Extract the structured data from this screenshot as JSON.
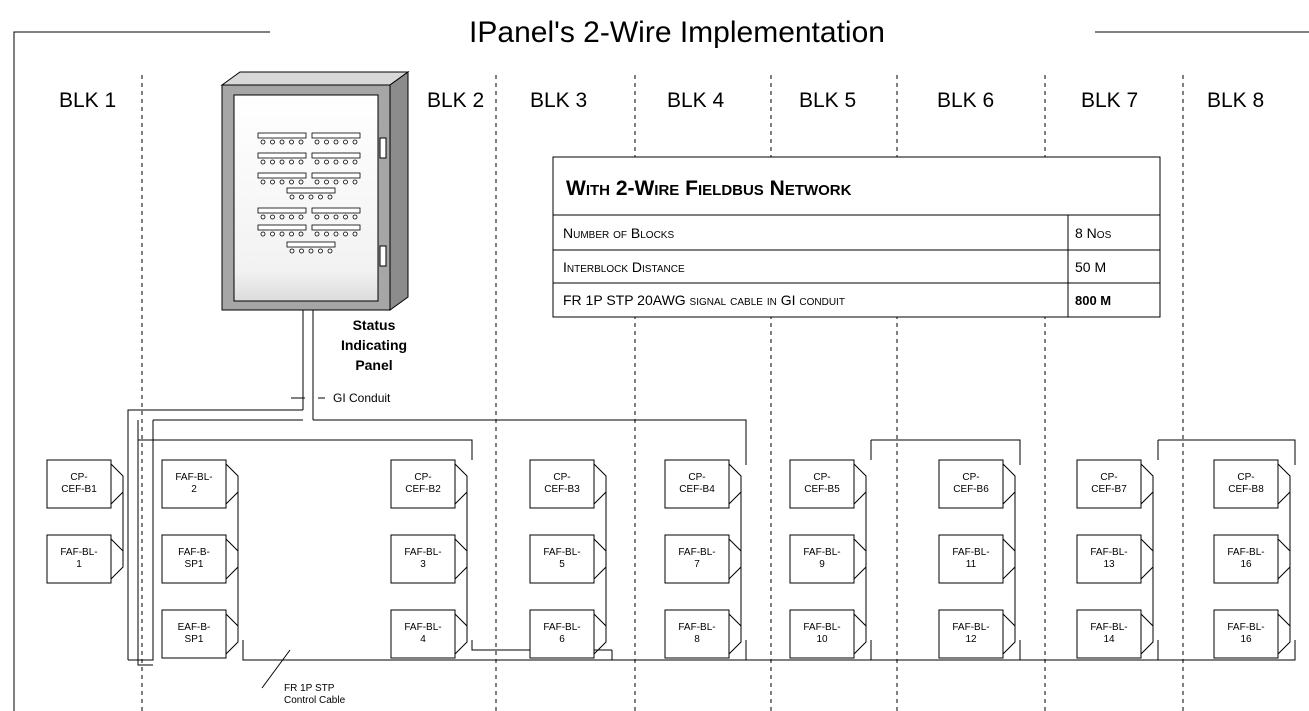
{
  "title": "IPanel's 2-Wire Implementation",
  "blocks": [
    "BLK 1",
    "BLK 2",
    "BLK 3",
    "BLK 4",
    "BLK 5",
    "BLK 6",
    "BLK 7",
    "BLK 8"
  ],
  "panel": {
    "name": [
      "Status",
      "Indicating",
      "Panel"
    ]
  },
  "labels": {
    "conduit": "GI Conduit",
    "control_cable": [
      "FR 1P STP",
      "Control Cable"
    ]
  },
  "table": {
    "title": "With 2-Wire Fieldbus Network",
    "rows": [
      {
        "label": "Number of Blocks",
        "value": "8 Nos"
      },
      {
        "label": "Interblock Distance",
        "value": "50 M"
      },
      {
        "label": "FR 1P STP 20AWG signal cable in GI conduit",
        "value": "800 M"
      }
    ]
  },
  "devices": [
    [
      [
        "CP-",
        "CEF-B1"
      ],
      [
        "FAF-BL-",
        "1"
      ]
    ],
    [
      [
        "FAF-BL-",
        "2"
      ],
      [
        "FAF-B-",
        "SP1"
      ],
      [
        "EAF-B-",
        "SP1"
      ]
    ],
    [
      [
        "CP-",
        "CEF-B2"
      ],
      [
        "FAF-BL-",
        "3"
      ],
      [
        "FAF-BL-",
        "4"
      ]
    ],
    [
      [
        "CP-",
        "CEF-B3"
      ],
      [
        "FAF-BL-",
        "5"
      ],
      [
        "FAF-BL-",
        "6"
      ]
    ],
    [
      [
        "CP-",
        "CEF-B4"
      ],
      [
        "FAF-BL-",
        "7"
      ],
      [
        "FAF-BL-",
        "8"
      ]
    ],
    [
      [
        "CP-",
        "CEF-B5"
      ],
      [
        "FAF-BL-",
        "9"
      ],
      [
        "FAF-BL-",
        "10"
      ]
    ],
    [
      [
        "CP-",
        "CEF-B6"
      ],
      [
        "FAF-BL-",
        "11"
      ],
      [
        "FAF-BL-",
        "12"
      ]
    ],
    [
      [
        "CP-",
        "CEF-B7"
      ],
      [
        "FAF-BL-",
        "13"
      ],
      [
        "FAF-BL-",
        "14"
      ]
    ],
    [
      [
        "CP-",
        "CEF-B8"
      ],
      [
        "FAF-BL-",
        "16"
      ],
      [
        "FAF-BL-",
        "16"
      ]
    ]
  ]
}
